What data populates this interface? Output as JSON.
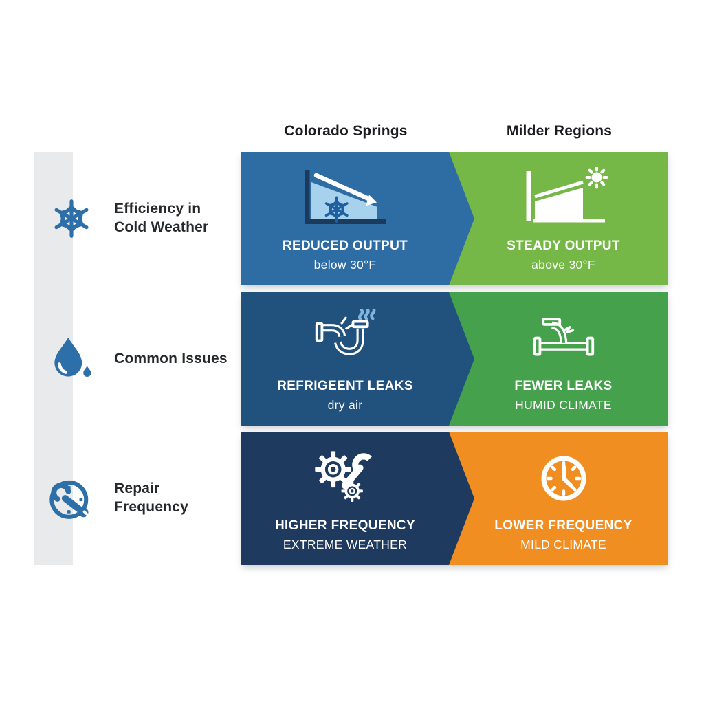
{
  "title_row": {
    "col1": "Colorado Springs",
    "col2": "Milder Regions"
  },
  "categories": [
    {
      "label": "Efficiency in\nCold Weather",
      "icon": "snowflake-icon"
    },
    {
      "label": "Common Issues",
      "icon": "water-drop-icon"
    },
    {
      "label": "Repair\nFrequency",
      "icon": "clock-wrench-icon"
    }
  ],
  "rows": [
    {
      "left": {
        "title": "REDUCED OUTPUT",
        "subtitle": "below 30°F",
        "bg": "#2E6CA4",
        "icon": "declining-output-chart-icon"
      },
      "right": {
        "title": "STEADY OUTPUT",
        "subtitle": "above 30°F",
        "bg": "#75B847",
        "icon": "rising-output-chart-icon"
      }
    },
    {
      "left": {
        "title": "REFRIGEENT LEAKS",
        "subtitle": "dry air",
        "bg": "#21527D",
        "icon": "broken-pipe-icon"
      },
      "right": {
        "title": "FEWER LEAKS",
        "subtitle": "HUMID CLIMATE",
        "bg": "#46A14C",
        "icon": "intact-pipe-icon"
      }
    },
    {
      "left": {
        "title": "HIGHER FREQUENCY",
        "subtitle": "EXTREME WEATHER",
        "bg": "#1E3A5F",
        "icon": "gear-wrench-icon"
      },
      "right": {
        "title": "LOWER FREQUENCY",
        "subtitle": "MILD CLIMATE",
        "bg": "#F18E21",
        "icon": "clock-icon"
      }
    }
  ],
  "colors": {
    "sidebar_bar": "#E9EAEB",
    "category_icon_blue": "#2D6FA8",
    "chart_axis_navy": "#1B3A5C",
    "chart_area_light_blue": "#A6D2EE",
    "chart_snowflake_blue": "#2160A0",
    "steam_light_blue": "#7FB6DD",
    "header_text": "#1B1D20",
    "cell_text": "#FFFFFF",
    "background": "#FFFFFF"
  }
}
